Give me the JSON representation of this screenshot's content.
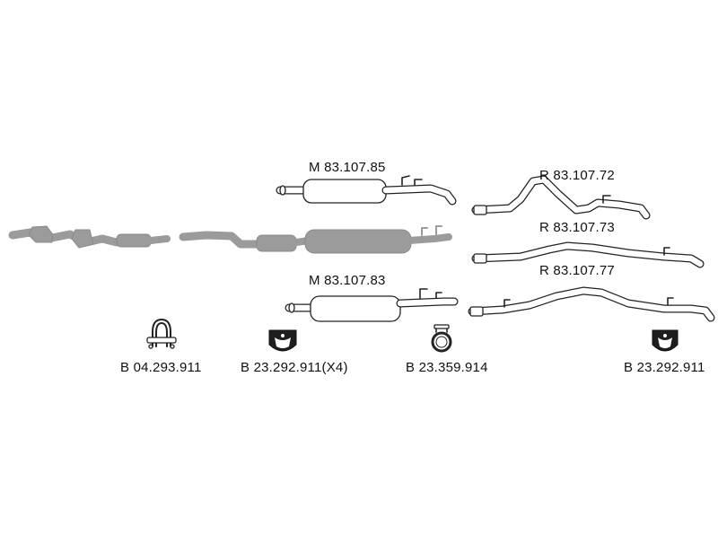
{
  "parts": {
    "m_upper": "M 83.107.85",
    "m_lower": "M 83.107.83",
    "r_top": "R 83.107.72",
    "r_mid": "R 83.107.73",
    "r_bot": "R 83.107.77",
    "clamp_1": "B 04.293.911",
    "bracket_1": "B 23.292.911(X4)",
    "ring_1": "B 23.359.914",
    "bracket_2": "B 23.292.911"
  },
  "colors": {
    "line": "#222222",
    "ghost": "#9b9b9b",
    "background": "#ffffff"
  }
}
